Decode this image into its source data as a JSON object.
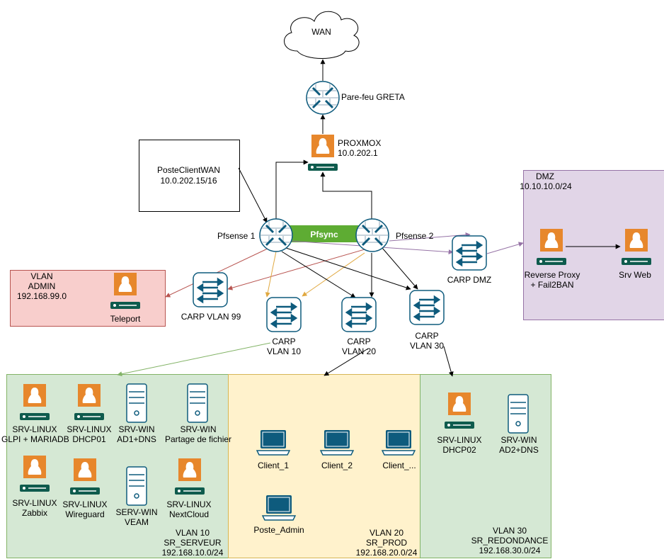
{
  "wan": {
    "label": "WAN"
  },
  "firewall": {
    "label": "Pare-feu GRETA"
  },
  "proxmox": {
    "name": "PROXMOX",
    "ip": "10.0.202.1"
  },
  "client_wan": {
    "name": "PosteClientWAN",
    "ip": "10.0.202.15/16"
  },
  "pfsense1": {
    "label": "Pfsense 1"
  },
  "pfsense2": {
    "label": "Pfsense 2"
  },
  "pfsync": {
    "label": "Pfsync"
  },
  "dmz": {
    "title": "DMZ",
    "subnet": "10.10.10.0/24",
    "proxy": "Reverse Proxy\n+ Fail2BAN",
    "web": "Srv Web"
  },
  "carp_dmz": {
    "label": "CARP DMZ"
  },
  "vlan_admin": {
    "title": "VLAN\nADMIN\n192.168.99.0",
    "teleport": "Teleport"
  },
  "carp_vlan99": {
    "label": "CARP VLAN 99"
  },
  "carp_vlan10": {
    "label": "CARP\nVLAN 10"
  },
  "carp_vlan20": {
    "label": "CARP\nVLAN 20"
  },
  "carp_vlan30": {
    "label": "CARP\nVLAN 30"
  },
  "vlan10": {
    "title": "VLAN 10\nSR_SERVEUR\n192.168.10.0/24",
    "servers": {
      "glpi": "SRV-LINUX\nGLPI + MARIADB",
      "dhcp01": "SRV-LINUX\nDHCP01",
      "ad1": "SRV-WIN\nAD1+DNS",
      "files": "SRV-WIN\nPartage de fichier",
      "zabbix": "SRV-LINUX\nZabbix",
      "wireguard": "SRV-LINUX\nWireguard",
      "veam": "SERV-WIN\nVEAM",
      "nextcloud": "SRV-LINUX\nNextCloud"
    }
  },
  "vlan20": {
    "title": "VLAN 20\nSR_PROD\n192.168.20.0/24",
    "clients": {
      "c1": "Client_1",
      "c2": "Client_2",
      "c3": "Client_...",
      "admin": "Poste_Admin"
    }
  },
  "vlan30": {
    "title": "VLAN 30\nSR_REDONDANCE\n192.168.30.0/24",
    "servers": {
      "dhcp02": "SRV-LINUX\nDHCP02",
      "ad2": "SRV-WIN\nAD2+DNS"
    }
  },
  "colors": {
    "linux_icon": "#e7872c",
    "switch_icon": "#0e5b7d",
    "pfsync": "#5eac33",
    "vlan_admin_fill": "#f8cecc",
    "vlan_admin_border": "#b85450",
    "vlan_green_fill": "#d5e8d4",
    "vlan_green_border": "#82b366",
    "vlan_yellow_fill": "#fff2cc",
    "vlan_yellow_border": "#d6b656",
    "dmz_fill": "#e1d5e7",
    "dmz_border": "#9673a6"
  }
}
